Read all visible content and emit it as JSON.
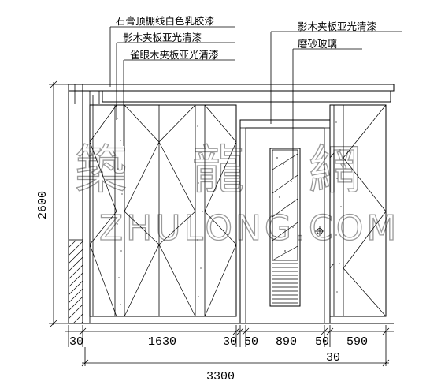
{
  "annotations": {
    "gypsum_cornice": "石膏顶棚线白色乳胶漆",
    "shadow_wood_left": "影木夹板亚光清漆",
    "birdseye_wood": "雀眼木夹板亚光清漆",
    "shadow_wood_right": "影木夹板亚光清漆",
    "frosted_glass": "磨砂玻璃"
  },
  "dimensions": {
    "height": "2600",
    "total_width": "3300",
    "segments": [
      "30",
      "1630",
      "30",
      "50",
      "890",
      "50",
      "590"
    ],
    "bottom_extra": "30"
  },
  "watermark": {
    "chinese": [
      "築",
      "龍",
      "網"
    ],
    "latin": "ZHULONG.COM"
  }
}
